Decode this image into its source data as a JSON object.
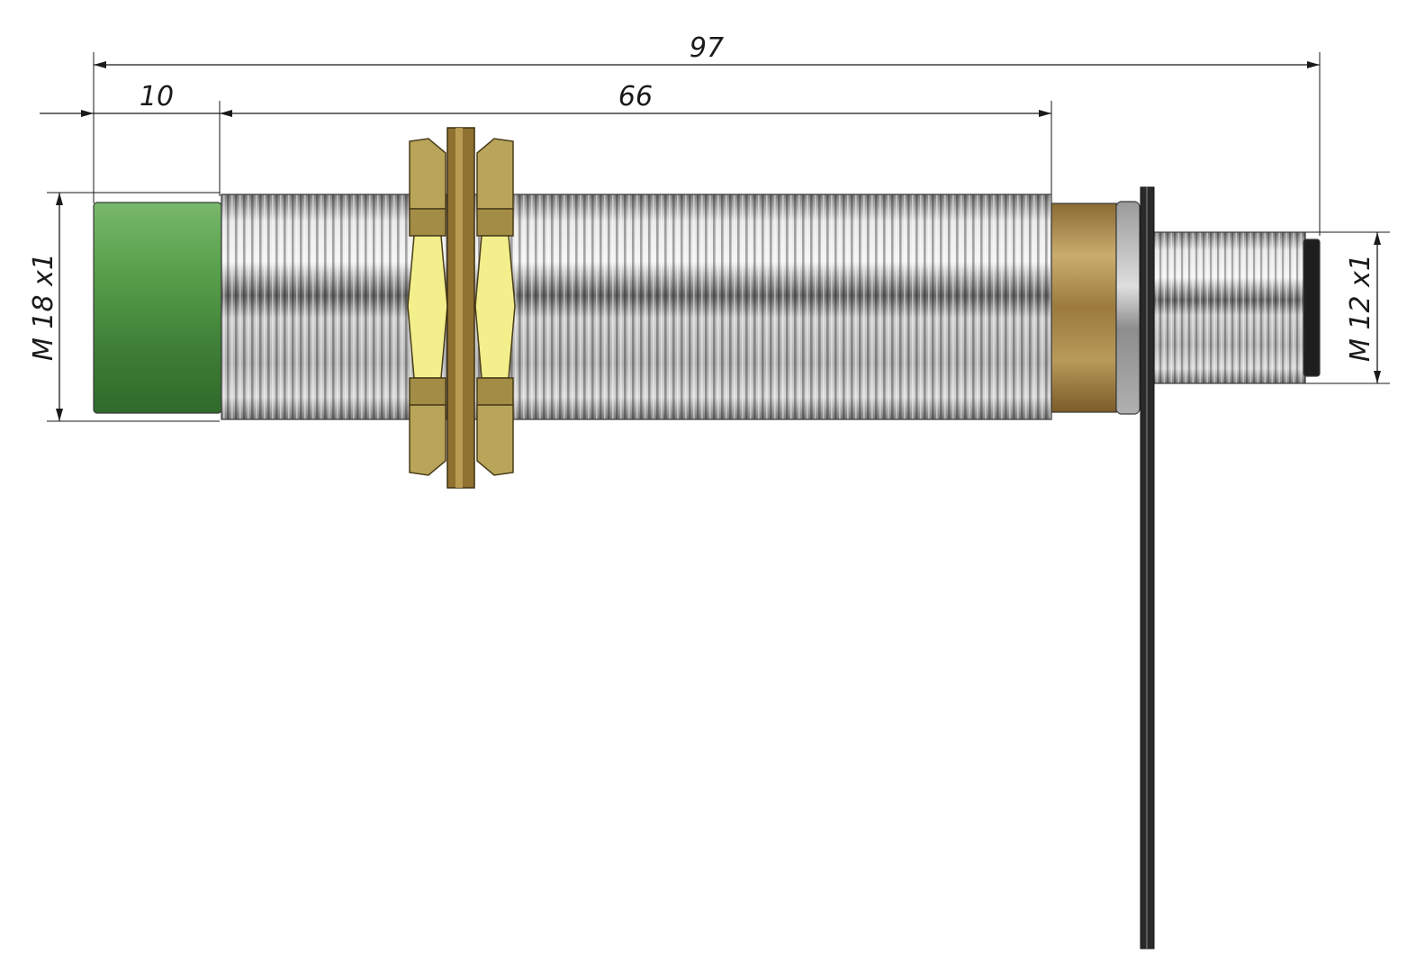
{
  "drawing": {
    "subject": "Threaded sensor body with lock nuts and connector",
    "dimensions": {
      "overall_length": "97",
      "tip_length": "10",
      "thread_length": "66",
      "body_thread": "M 18 x1",
      "connector_thread": "M 12 x1"
    },
    "colors": {
      "sensor_cap": "#4f9a46",
      "steel_body": "#b8b8b8",
      "brass_nut": "#b9a55a",
      "nut_highlight": "#f2ef8c",
      "bronze_collar": "#a8864a",
      "dark_plate": "#2a2a2a",
      "dimension_lines": "#1a1a1a"
    }
  }
}
